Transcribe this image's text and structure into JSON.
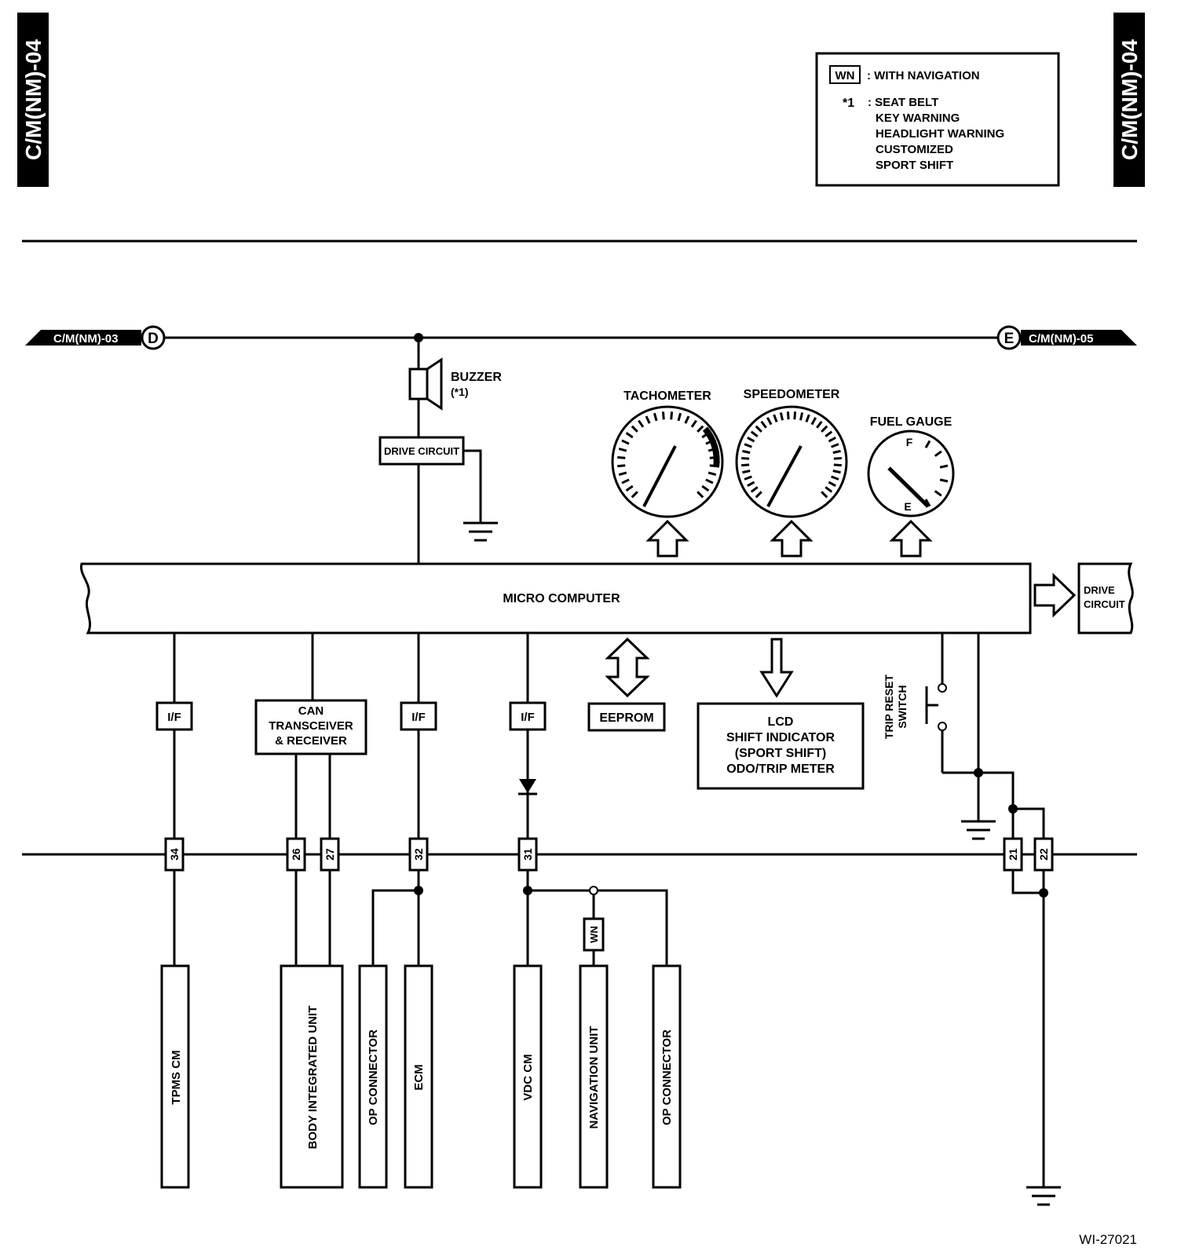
{
  "page_code": "C/M(NM)-04",
  "legend": {
    "wn_tag": "WN",
    "wn_text": ": WITH NAVIGATION",
    "star_tag": "*1",
    "star_lines": [
      ": SEAT BELT",
      "KEY WARNING",
      "HEADLIGHT WARNING",
      "CUSTOMIZED",
      "SPORT SHIFT"
    ]
  },
  "refs": {
    "left_code": "C/M(NM)-03",
    "left_letter": "D",
    "right_code": "C/M(NM)-05",
    "right_letter": "E"
  },
  "buzzer": {
    "label": "BUZZER",
    "note": "(*1)"
  },
  "drive_circuit": "DRIVE CIRCUIT",
  "drive_circuit_right": [
    "DRIVE",
    "CIRCUIT"
  ],
  "gauges": {
    "tachometer": "TACHOMETER",
    "speedometer": "SPEEDOMETER",
    "fuel_gauge": "FUEL GAUGE",
    "fuel_full": "F",
    "fuel_empty": "E"
  },
  "micro_computer": "MICRO COMPUTER",
  "eeprom": "EEPROM",
  "interface_label": "I/F",
  "can_box": [
    "CAN",
    "TRANSCEIVER",
    "& RECEIVER"
  ],
  "lcd_box": [
    "LCD",
    "SHIFT INDICATOR",
    "(SPORT SHIFT)",
    "ODO/TRIP METER"
  ],
  "trip_reset": [
    "TRIP RESET",
    "SWITCH"
  ],
  "pins": {
    "tpms": "34",
    "body_a": "26",
    "body_b": "27",
    "ecm": "32",
    "vdc": "31",
    "gnd_a": "21",
    "gnd_b": "22"
  },
  "units": {
    "tpms": "TPMS CM",
    "body": "BODY INTEGRATED UNIT",
    "op1": "OP CONNECTOR",
    "ecm": "ECM",
    "vdc": "VDC CM",
    "nav": "NAVIGATION UNIT",
    "op2": "OP CONNECTOR"
  },
  "wn_marker": "WN",
  "figure_id": "WI-27021"
}
